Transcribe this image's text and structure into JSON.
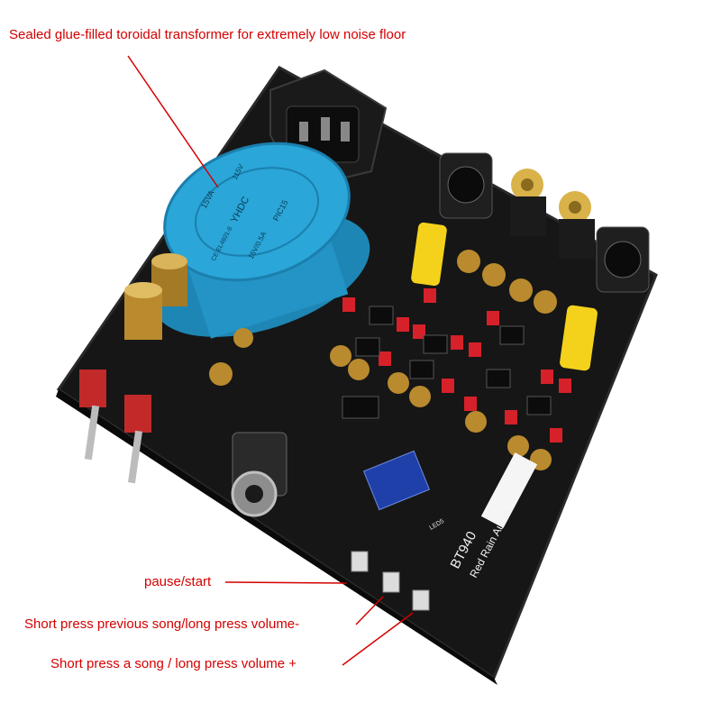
{
  "callouts": {
    "transformer": "Sealed glue-filled toroidal transformer for extremely low noise floor",
    "pause": "pause/start",
    "previous": "Short press previous song/long press volume-",
    "next": "Short press a song / long press volume +"
  },
  "board": {
    "model": "BT940",
    "brand": "Red Rain Audio",
    "led_label": "LED5"
  },
  "transformer_label": {
    "brand": "YHDC",
    "model": "PIC15",
    "rating": "15VA",
    "voltage": "115V",
    "secondary": "15V/0.5A",
    "cert": "CE EL4801-8"
  },
  "colors": {
    "background": "#ffffff",
    "callout_text": "#d40000",
    "board": "#141414",
    "transformer": "#2aa6d8",
    "capacitor_gold": "#b98a2e",
    "film_cap_yellow": "#f4d21c",
    "resistor_red": "#d6212a",
    "rca_gold": "#d9b24a"
  }
}
